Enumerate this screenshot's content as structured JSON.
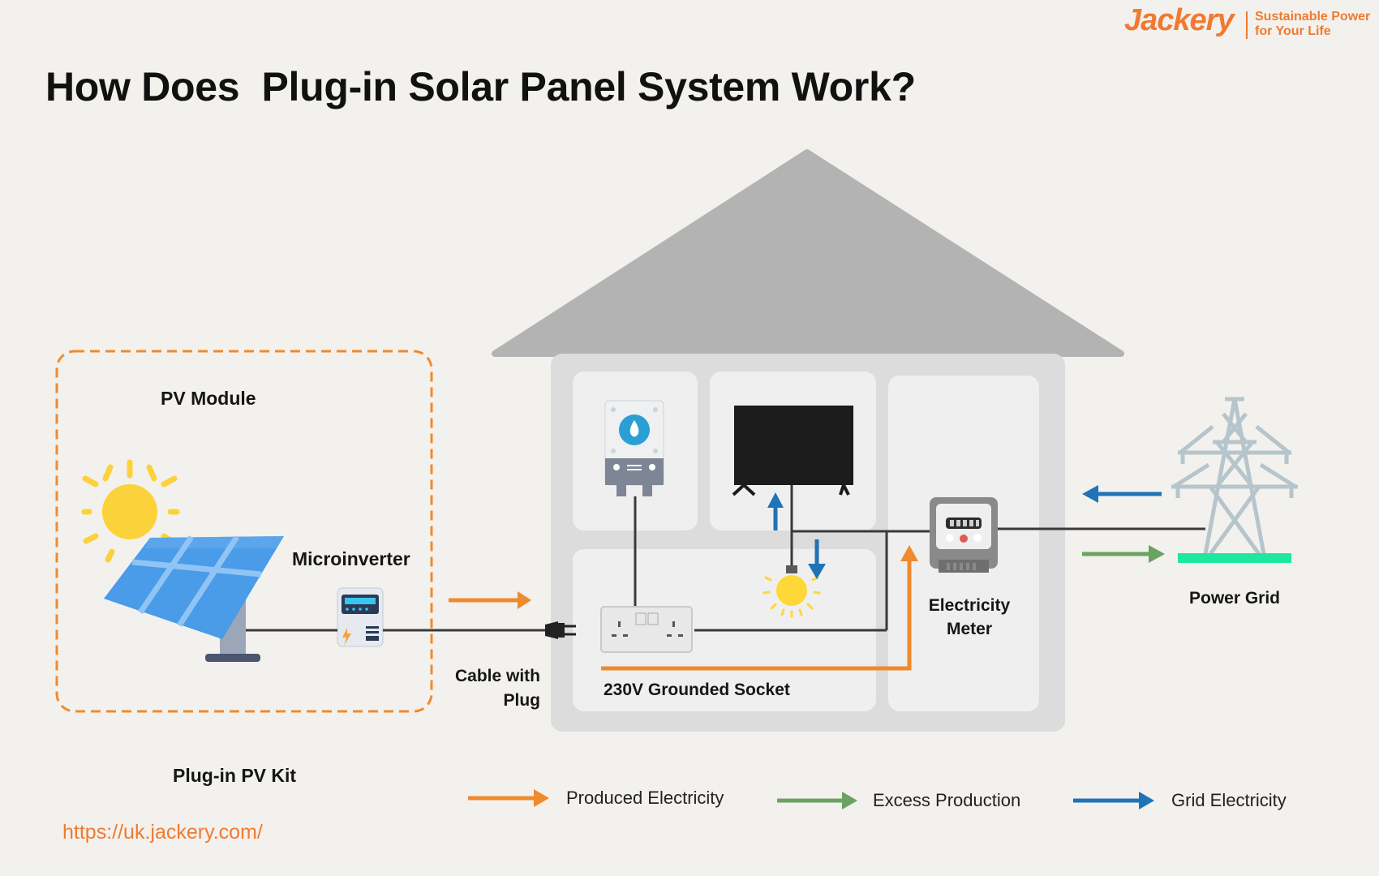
{
  "header": {
    "title": "How Does  Plug-in Solar Panel System Work?",
    "logo": {
      "brand": "Jackery",
      "tagline_line1": "Sustainable Power",
      "tagline_line2": "for Your Life"
    }
  },
  "labels": {
    "pv_module": "PV Module",
    "microinverter": "Microinverter",
    "cable_line1": "Cable with",
    "cable_line2": "Plug",
    "socket": "230V Grounded Socket",
    "meter_line1": "Electricity",
    "meter_line2": "Meter",
    "power_grid": "Power Grid",
    "kit": "Plug-in PV Kit"
  },
  "legend": [
    {
      "label": "Produced Electricity",
      "color": "#ef8a2e"
    },
    {
      "label": "Excess Production",
      "color": "#6aa261"
    },
    {
      "label": "Grid Electricity",
      "color": "#1f73b7"
    }
  ],
  "footer": {
    "url": "https://uk.jackery.com/"
  },
  "colors": {
    "accent": "#f07a31",
    "roof": "#b3b3b3",
    "wall": "#dcdcdc",
    "room": "#efefef"
  }
}
